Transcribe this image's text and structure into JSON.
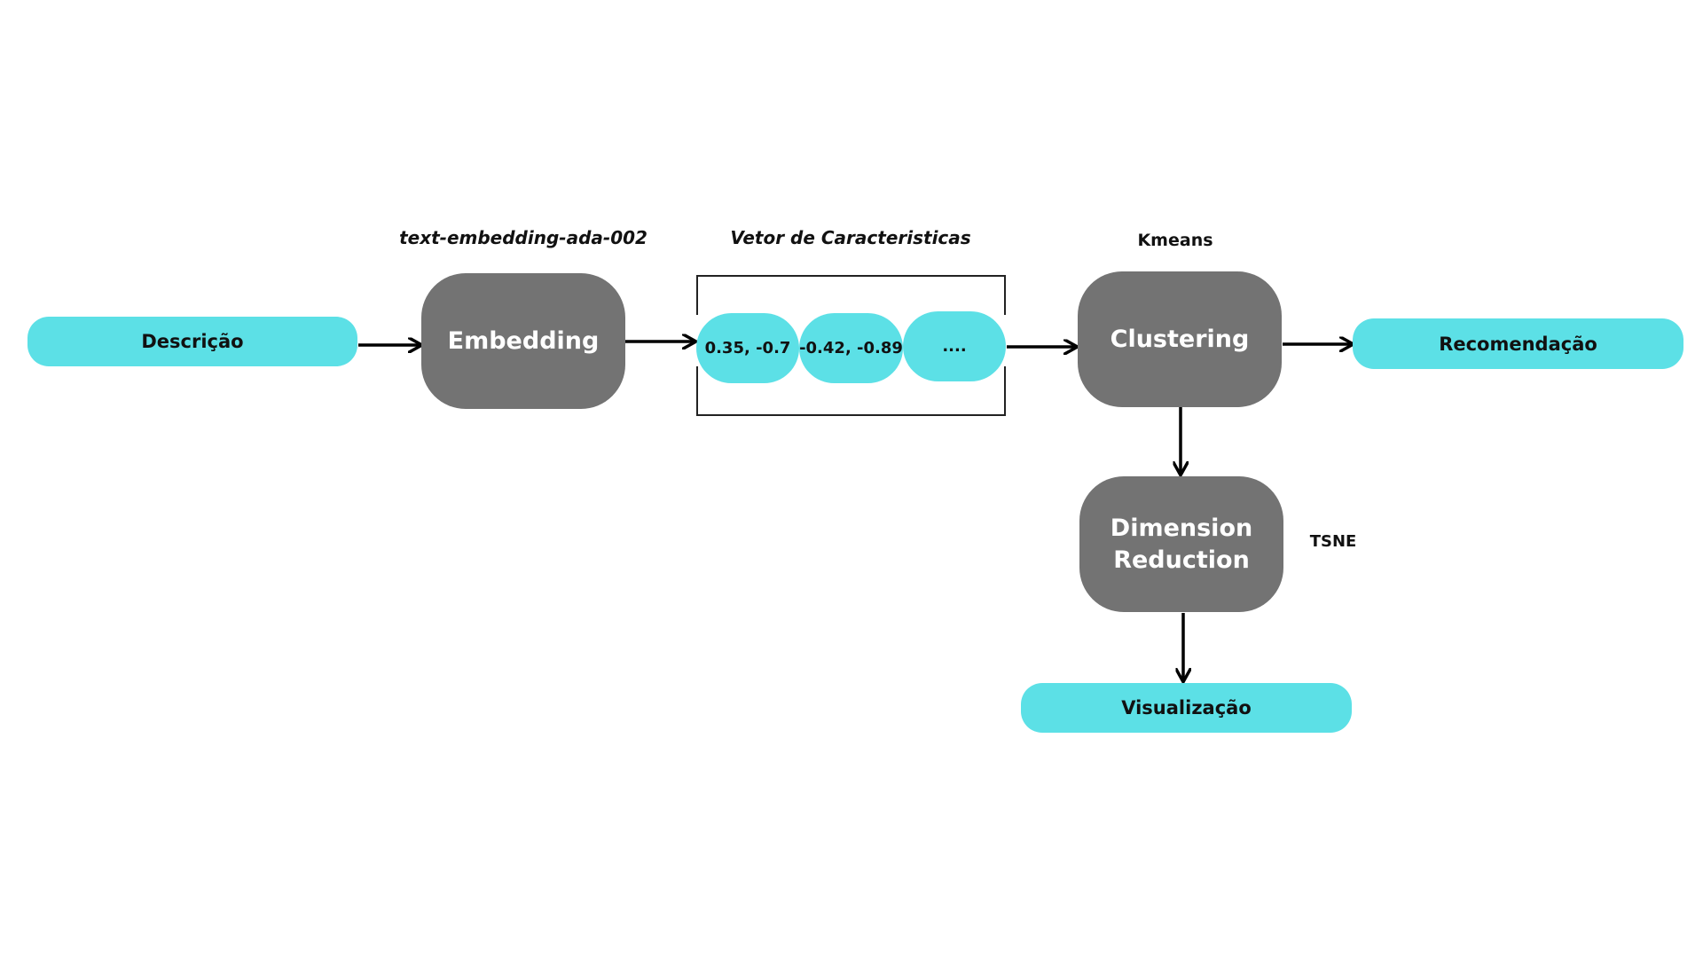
{
  "nodes": {
    "descricao": "Descrição",
    "embedding": "Embedding",
    "clustering": "Clustering",
    "recomendacao": "Recomendação",
    "dimension_reduction_line1": "Dimension",
    "dimension_reduction_line2": "Reduction",
    "visualizacao": "Visualização"
  },
  "vector": {
    "title": "Vetor de Caracteristicas",
    "items": [
      "0.35, -0.7",
      "-0.42, -0.89",
      "...."
    ]
  },
  "annotations": {
    "embedding_model": "text-embedding-ada-002",
    "clustering_method": "Kmeans",
    "reduction_method": "TSNE"
  },
  "colors": {
    "pill": "#5ce0e6",
    "box": "#737373",
    "arrow": "#000000"
  }
}
